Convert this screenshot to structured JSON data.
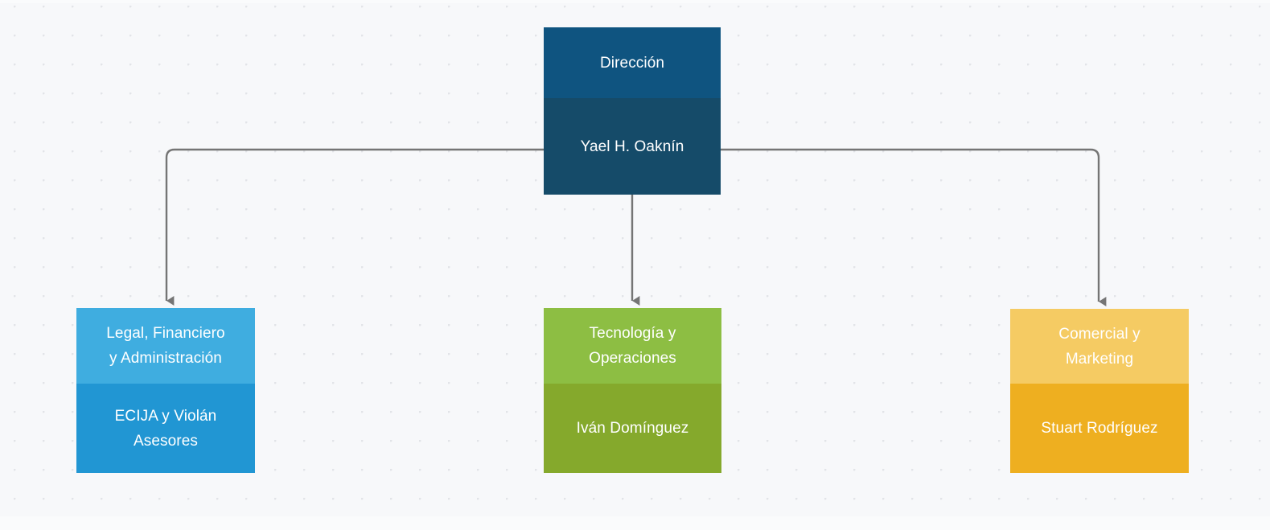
{
  "diagram": {
    "type": "org-chart",
    "background_color": "#f7f8fa",
    "grid": "dot-grid",
    "connector_color": "#757575",
    "nodes": [
      {
        "id": "root",
        "title": "Dirección",
        "person": "Yael H. Oaknín",
        "header_color": "#0f5480",
        "body_color": "#154b69",
        "level": 0
      },
      {
        "id": "legal",
        "title": "Legal, Financiero y Administración",
        "title_line1": "Legal, Financiero",
        "title_line2": "y Administración",
        "person": "ECIJA y Violán Asesores",
        "person_line1": "ECIJA y Violán",
        "person_line2": "Asesores",
        "header_color": "#3fade0",
        "body_color": "#2196d3",
        "level": 1,
        "parent": "root"
      },
      {
        "id": "tech",
        "title": "Tecnología y Operaciones",
        "title_line1": "Tecnología y",
        "title_line2": "Operaciones",
        "person": "Iván Domínguez",
        "header_color": "#8dbe43",
        "body_color": "#85a92c",
        "level": 1,
        "parent": "root"
      },
      {
        "id": "comercial",
        "title": "Comercial y Marketing",
        "title_line1": "Comercial y",
        "title_line2": "Marketing",
        "person": "Stuart Rodríguez",
        "header_color": "#f5cb63",
        "body_color": "#eeaf20",
        "level": 1,
        "parent": "root"
      }
    ],
    "edges": [
      {
        "from": "root",
        "to": "legal"
      },
      {
        "from": "root",
        "to": "tech"
      },
      {
        "from": "root",
        "to": "comercial"
      }
    ]
  }
}
